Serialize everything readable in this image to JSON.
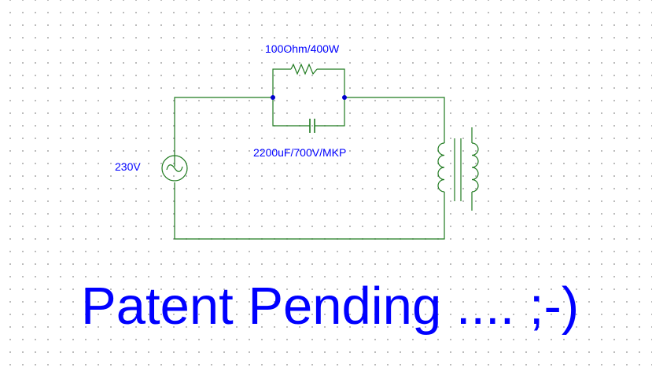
{
  "colors": {
    "wire": "#1f7a1f",
    "component": "#1f7a1f",
    "junction": "#0000cc",
    "text": "#0000ff",
    "grid_dot": "#9a9a9a",
    "background": "#ffffff"
  },
  "labels": {
    "resistor": "100Ohm/400W",
    "capacitor": "2200uF/700V/MKP",
    "source": "230V",
    "title": "Patent Pending .... ;-)"
  },
  "components": [
    {
      "kind": "ac-voltage-source",
      "label_ref": "source"
    },
    {
      "kind": "resistor",
      "label_ref": "resistor"
    },
    {
      "kind": "capacitor",
      "label_ref": "capacitor"
    },
    {
      "kind": "transformer"
    }
  ]
}
